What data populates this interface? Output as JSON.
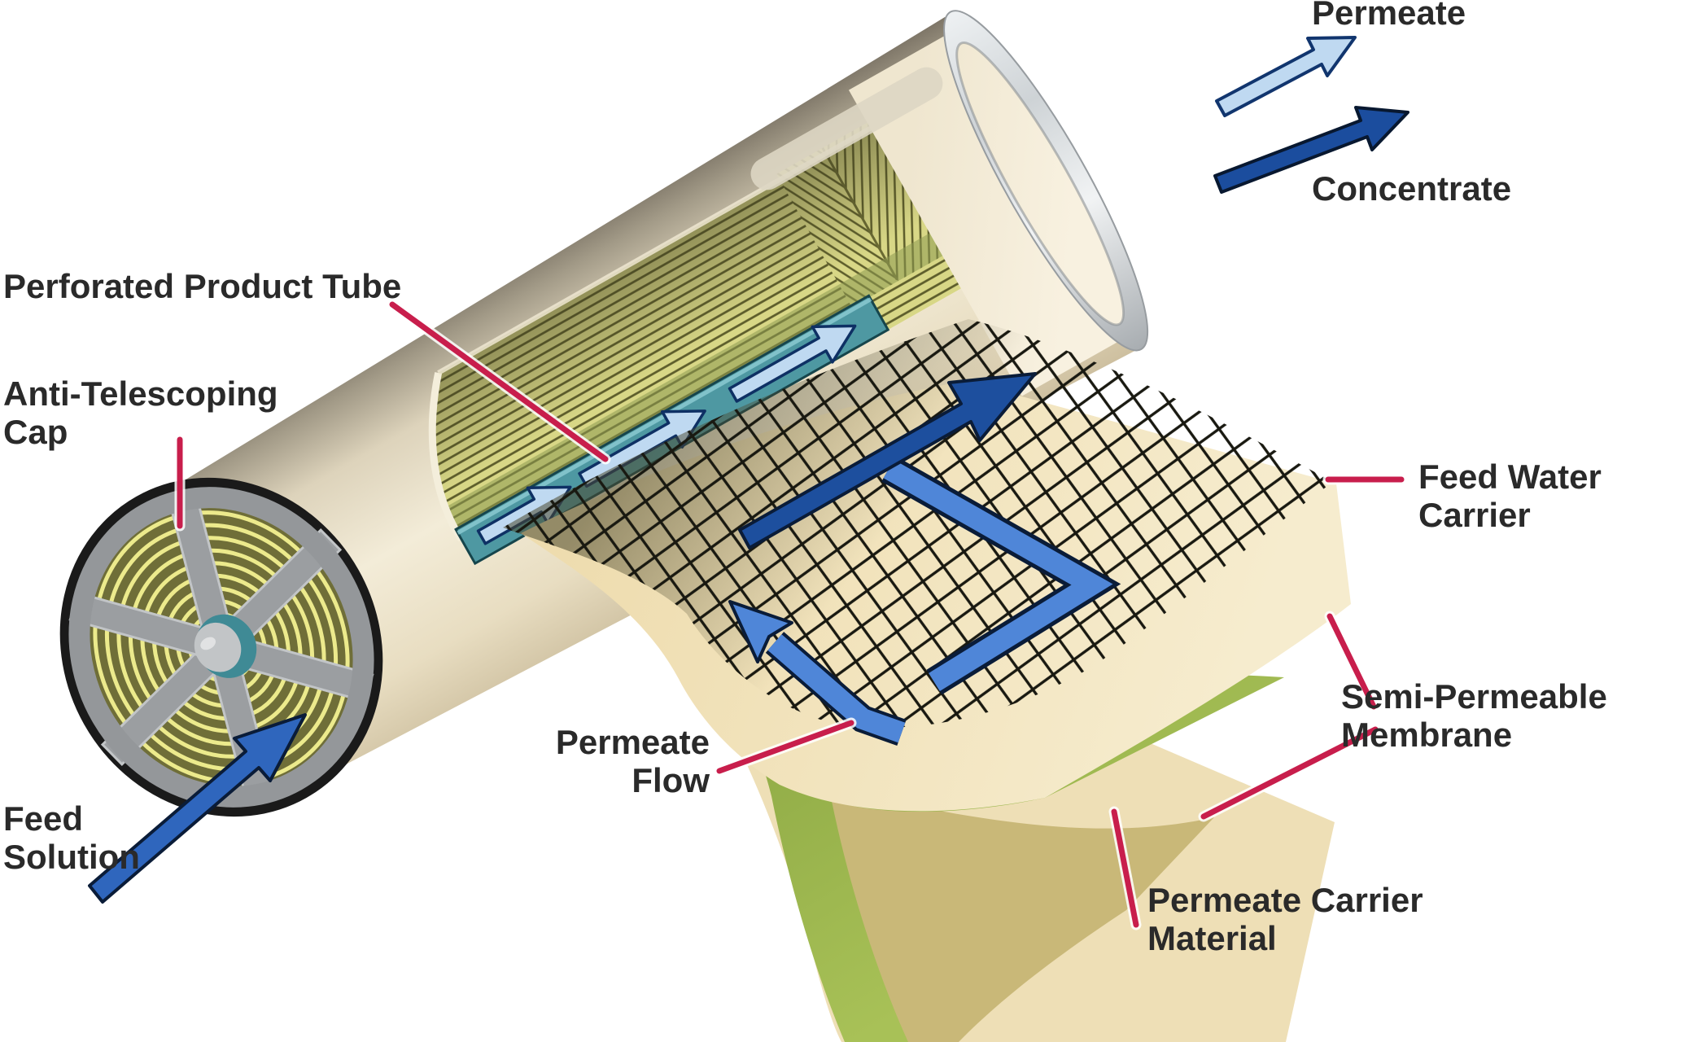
{
  "diagram": {
    "labels": {
      "permeate": "Permeate",
      "concentrate": "Concentrate",
      "perforated_product_tube": "Perforated Product Tube",
      "anti_telescoping_cap": "Anti-Telescoping\nCap",
      "feed_solution": "Feed\nSolution",
      "feed_water_carrier": "Feed Water\nCarrier",
      "semi_permeable_membrane": "Semi-Permeable\nMembrane",
      "permeate_carrier_material": "Permeate Carrier\nMaterial",
      "permeate_flow": "Permeate\nFlow"
    },
    "colors": {
      "leader_red": "#C81E4C",
      "label_text": "#2A2A2A",
      "permeate_light_blue": "#BFD9F1",
      "flow_blue": "#4F86D8",
      "feed_dark_blue": "#1D4F9E",
      "shell_cream": "#F3ECD8",
      "shell_shadow": "#7C7466",
      "spiral_yellow": "#D8D786",
      "product_tube_teal": "#4E98A2",
      "membrane_beige": "#F0E2B8",
      "permeate_carrier_green": "#8FAA45",
      "membrane_khaki": "#C9B878",
      "cap_gray": "#8F9294",
      "mesh_black": "#191911",
      "end_ring_silver": "#CED3D6"
    }
  }
}
